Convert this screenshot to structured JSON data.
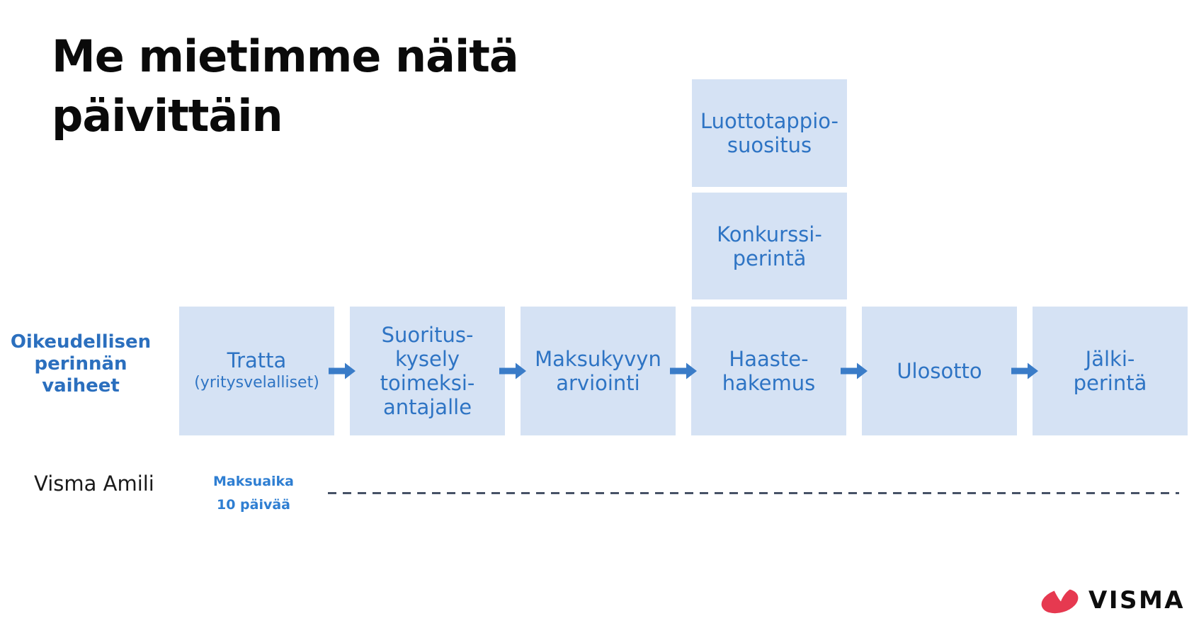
{
  "slide": {
    "title_lines": [
      "Me mietimme näitä",
      "päivittäin"
    ]
  },
  "side_label": {
    "lines": [
      "Oikeudellisen",
      "perinnän",
      "vaiheet"
    ]
  },
  "flow": {
    "steps": [
      {
        "label": "Tratta",
        "sublabel": "(yritysvelalliset)"
      },
      {
        "lines": [
          "Suoritus-",
          "kysely",
          "toimeksi-",
          "antajalle"
        ]
      },
      {
        "lines": [
          "Maksukyvyn",
          "arviointi"
        ]
      },
      {
        "lines": [
          "Haaste-",
          "hakemus"
        ]
      },
      {
        "lines": [
          "Ulosotto"
        ]
      },
      {
        "lines": [
          "Jälki-",
          "perintä"
        ]
      }
    ],
    "stacked_above_step_4": [
      {
        "lines": [
          "Luottotappio-",
          "suositus"
        ]
      },
      {
        "lines": [
          "Konkurssi-",
          "perintä"
        ]
      }
    ]
  },
  "timeline": {
    "product_label": "Visma Amili",
    "payment_term_lines": [
      "Maksuaika",
      "10 päivää"
    ]
  },
  "logo": {
    "text": "VISMA",
    "mark_icon": "visma-swoosh-icon"
  },
  "colors": {
    "box_fill": "#d5e2f4",
    "box_text": "#2e74c4",
    "arrow": "#3a7cc8",
    "side_label": "#2b6fbe",
    "payment_term": "#2e7ed2",
    "dashed_line": "#475266",
    "title": "#0a0a0a",
    "logo_red": "#e63950",
    "logo_text": "#0d0d0d"
  }
}
